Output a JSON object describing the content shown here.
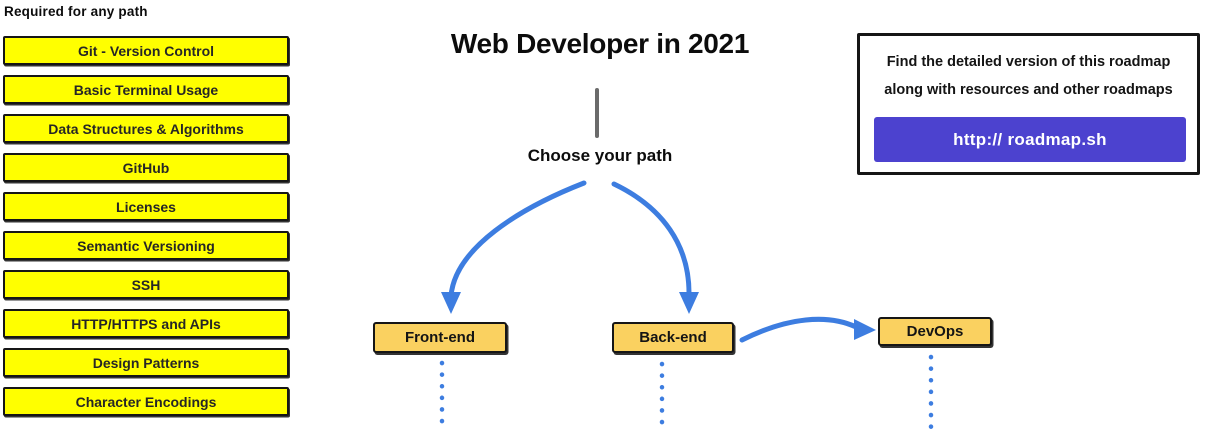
{
  "page": {
    "title": "Web Developer in 2021",
    "choose_path_label": "Choose your path"
  },
  "sidebar": {
    "heading": "Required for any path",
    "items": [
      "Git - Version Control",
      "Basic Terminal Usage",
      "Data Structures & Algorithms",
      "GitHub",
      "Licenses",
      "Semantic Versioning",
      "SSH",
      "HTTP/HTTPS and APIs",
      "Design Patterns",
      "Character Encodings"
    ]
  },
  "paths": {
    "nodes": [
      {
        "id": "front-end",
        "label": "Front-end"
      },
      {
        "id": "back-end",
        "label": "Back-end"
      },
      {
        "id": "devops",
        "label": "DevOps"
      }
    ]
  },
  "info_box": {
    "line1": "Find the detailed version of this roadmap",
    "line2": "along with resources and other roadmaps",
    "button_label": "http:// roadmap.sh"
  },
  "colors": {
    "highlight_yellow": "#ffff00",
    "node_amber": "#fad160",
    "arrow_blue": "#3d7de0",
    "button_purple": "#4c42cf",
    "trunk_gray": "#6b6b6b"
  }
}
